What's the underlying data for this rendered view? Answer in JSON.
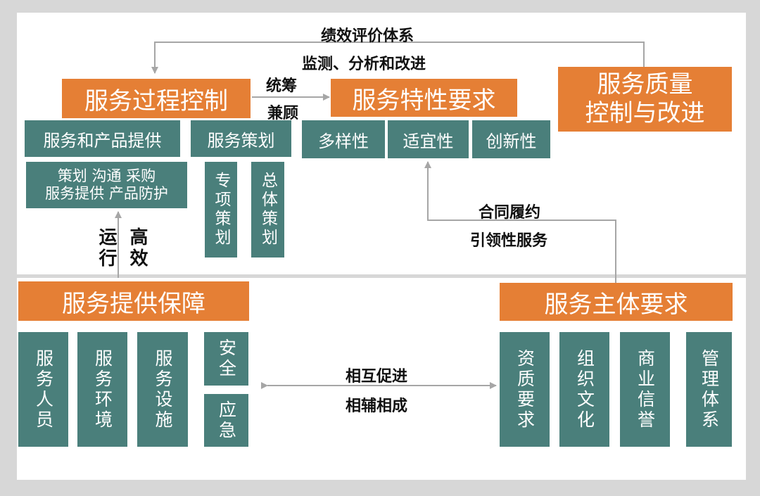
{
  "labels": {
    "perf_eval": "绩效评价体系",
    "monitor": "监测、分析和改进",
    "coordinate1": "统筹",
    "coordinate2": "兼顾",
    "contract": "合同履约",
    "leading": "引领性服务",
    "run": "运行",
    "efficient": "高效",
    "mutual1": "相互促进",
    "mutual2": "相辅相成"
  },
  "boxes": {
    "process_control": "服务过程控制",
    "feature_req": "服务特性要求",
    "quality_control": "服务质量\n控制与改进",
    "product_provide": "服务和产品提供",
    "planning": "服务策划",
    "diversity": "多样性",
    "suitability": "适宜性",
    "innovation": "创新性",
    "plan_items": "策划 沟通 采购\n服务提供  产品防护",
    "special_plan": "专项策划",
    "overall_plan": "总体策划",
    "guarantee": "服务提供保障",
    "subject_req": "服务主体要求",
    "staff": "服务人员",
    "environment": "服务环境",
    "facility": "服务设施",
    "safety": "安全",
    "emergency": "应急",
    "qualification": "资质要求",
    "culture": "组织文化",
    "credit": "商业信誉",
    "management": "管理体系"
  },
  "colors": {
    "orange": "#e57f35",
    "teal": "#4a7f7b",
    "arrow": "#a6a6a6",
    "background": "#d7d7d7"
  }
}
